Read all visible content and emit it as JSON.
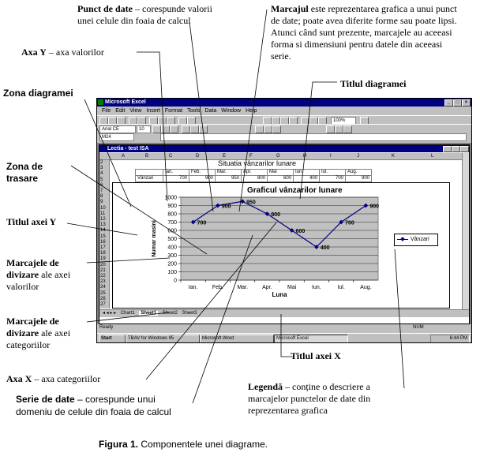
{
  "labels": {
    "punct": {
      "bold": "Punct de date",
      "rest1": " – corespunde valorii",
      "rest2": "unei celule din foaia de calcul"
    },
    "axa_y": {
      "bold": "Axa Y",
      "rest": " – axa valorilor"
    },
    "zona_diag": "Zona diagramei",
    "zona_trasare": {
      "l1": "Zona de",
      "l2": "trasare"
    },
    "titlu_y": "Titlul axei Y",
    "marcaje_val": {
      "b1": "Marcajele de",
      "b2": "divizare",
      "rest": " ale axei",
      "l3": "valorilor"
    },
    "marcaje_cat": {
      "b1": "Marcajele de",
      "b2": "divizare",
      "rest": " ale axei",
      "l3": "categoriilor"
    },
    "axa_x": {
      "bold": "Axa X",
      "rest": " – axa categoriilor"
    },
    "serie": {
      "bold": "Serie de date",
      "rest": " – corespunde unui",
      "l2": "domeniu de celule din foaia de calcul"
    },
    "marcajul": {
      "bold": "Marcajul",
      "rest": " este reprezentarea grafica a unui punct",
      "l2": "de date; poate avea diferite forme sau poate lipsi.",
      "l3": "Atunci când sunt prezente, marcajele au aceeasi",
      "l4": "forma si dimensiuni pentru datele din aceeasi",
      "l5": "serie."
    },
    "titlul_diag": "Titlul diagramei",
    "titlu_x": "Titlul axei X",
    "legenda": {
      "bold": "Legendă",
      "rest": " – conține o descriere a",
      "l2": "marcajelor punctelor de date din",
      "l3": "reprezentarea grafica"
    }
  },
  "caption": {
    "bold": "Figura 1.",
    "rest": " Componentele unei diagrame."
  },
  "excel": {
    "title": "Microsoft Excel",
    "menu": [
      "File",
      "Edit",
      "View",
      "Insert",
      "Format",
      "Tools",
      "Data",
      "Window",
      "Help"
    ],
    "zoom": "100%",
    "font": "Arial CE",
    "size": "10",
    "namebox": "M24",
    "workbook_title": "Lectia - test ISA",
    "columns": [
      "A",
      "B",
      "C",
      "D",
      "E",
      "F",
      "G",
      "H",
      "I",
      "J",
      "K",
      "L"
    ],
    "rows": [
      "2",
      "3",
      "4",
      "5",
      "6",
      "7",
      "8",
      "9",
      "10",
      "11",
      "12",
      "13",
      "14",
      "15",
      "16",
      "17",
      "18",
      "19",
      "20",
      "21",
      "22",
      "23",
      "24",
      "25",
      "26",
      "27"
    ],
    "sheet_title": "Situatia vânzarilor lunare",
    "table_header": [
      "",
      "Ian.",
      "Feb.",
      "Mar.",
      "Apr.",
      "Mai",
      "Iun.",
      "Iul.",
      "Aug."
    ],
    "table_row": [
      "Vânzari",
      "700",
      "900",
      "950",
      "800",
      "600",
      "400",
      "700",
      "900"
    ],
    "sheets": [
      "Chart1",
      "Sheet1",
      "Sheet2",
      "Sheet3"
    ],
    "status_left": "Ready",
    "status_right": "NUM",
    "taskbar": [
      "Start",
      "TBAV for Windows 95",
      "Microsoft Word",
      "Microsoft Excel"
    ],
    "clock": "6:44 PM"
  },
  "chart_data": {
    "type": "line",
    "title": "Graficul vânzarilor lunare",
    "xlabel": "Luna",
    "ylabel": "Numar masini",
    "categories": [
      "Ian.",
      "Feb.",
      "Mar.",
      "Apr.",
      "Mai",
      "Iun.",
      "Iul.",
      "Aug."
    ],
    "yticks": [
      "0",
      "100",
      "200",
      "300",
      "400",
      "500",
      "600",
      "700",
      "800",
      "900",
      "1000"
    ],
    "ylim": [
      0,
      1000
    ],
    "series": [
      {
        "name": "Vânzari",
        "values": [
          700,
          900,
          950,
          800,
          600,
          400,
          700,
          900
        ]
      }
    ],
    "data_labels": [
      "700",
      "900",
      "950",
      "800",
      "600",
      "400",
      "700",
      "900"
    ],
    "legend": "right",
    "grid": true,
    "colors": {
      "line": "#000080",
      "plot_bg": "#c0c0c0"
    }
  }
}
